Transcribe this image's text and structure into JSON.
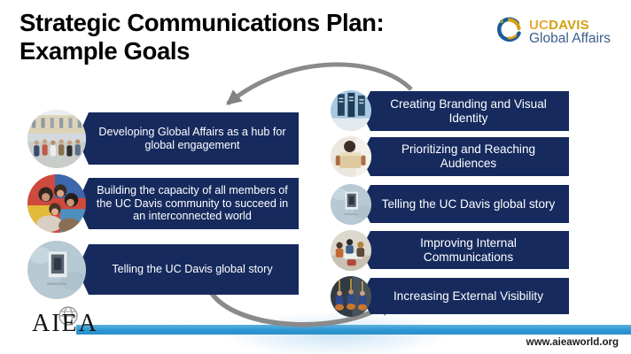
{
  "slide": {
    "title_line1": "Strategic Communications Plan:",
    "title_line2": "Example Goals"
  },
  "logo": {
    "uc": "UC",
    "davis": "DAVIS",
    "subtitle": "Global Affairs",
    "icon": "ucdavis-ring-icon",
    "gold": "#D2A013",
    "blue": "#3A5F8A"
  },
  "goals": {
    "left": [
      {
        "label": "Developing Global Affairs as a hub for global engagement",
        "photo": "photo-campus-visitors"
      },
      {
        "label": "Building the capacity of all members of the UC Davis community to succeed in an interconnected world",
        "photo": "photo-group-selfie"
      },
      {
        "label": "Telling the UC Davis global story",
        "photo": "photo-framed-picture"
      }
    ],
    "right": [
      {
        "label": "Creating Branding and Visual Identity",
        "photo": "photo-banners"
      },
      {
        "label": "Prioritizing and Reaching Audiences",
        "photo": "photo-person-reading"
      },
      {
        "label": "Telling the UC Davis global story",
        "photo": "photo-framed-picture"
      },
      {
        "label": "Improving Internal Communications",
        "photo": "photo-meeting"
      },
      {
        "label": "Increasing External Visibility",
        "photo": "photo-marching-band"
      }
    ]
  },
  "arrows": {
    "top": "curved-arrow-right-to-left",
    "bottom": "curved-arrow-left-to-right",
    "color": "#8A8A8A"
  },
  "footer": {
    "org": "AIEA",
    "url": "www.aieaworld.org",
    "bar_color": "#2F9AD5"
  },
  "colors": {
    "goal_box": "#162A5E",
    "goal_text": "#FFFFFF"
  }
}
